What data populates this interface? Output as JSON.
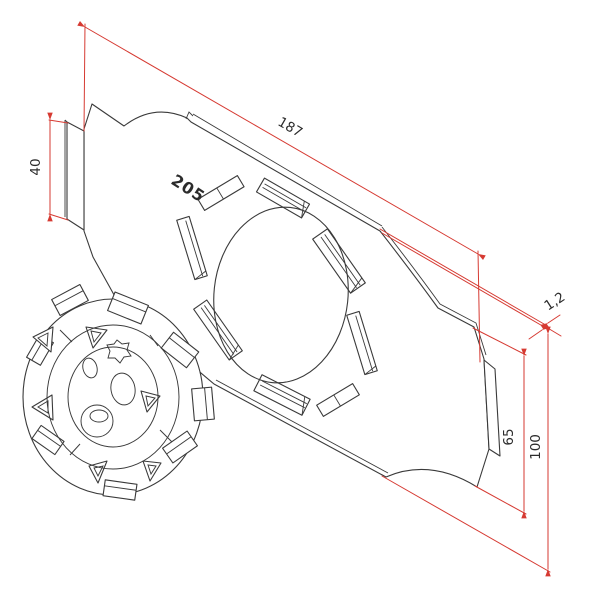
{
  "drawing": {
    "part_marking": "205",
    "dimensions": {
      "overall_width": "187",
      "left_tab_height": "40",
      "sheet_thickness": "1,2",
      "right_inner_height": "65",
      "right_outer_height": "100"
    }
  },
  "colors": {
    "dimension_lines": "#d63a32",
    "drawing_lines": "#3a3a3a",
    "label_text": "#2b2b2b",
    "background": "#ffffff"
  }
}
